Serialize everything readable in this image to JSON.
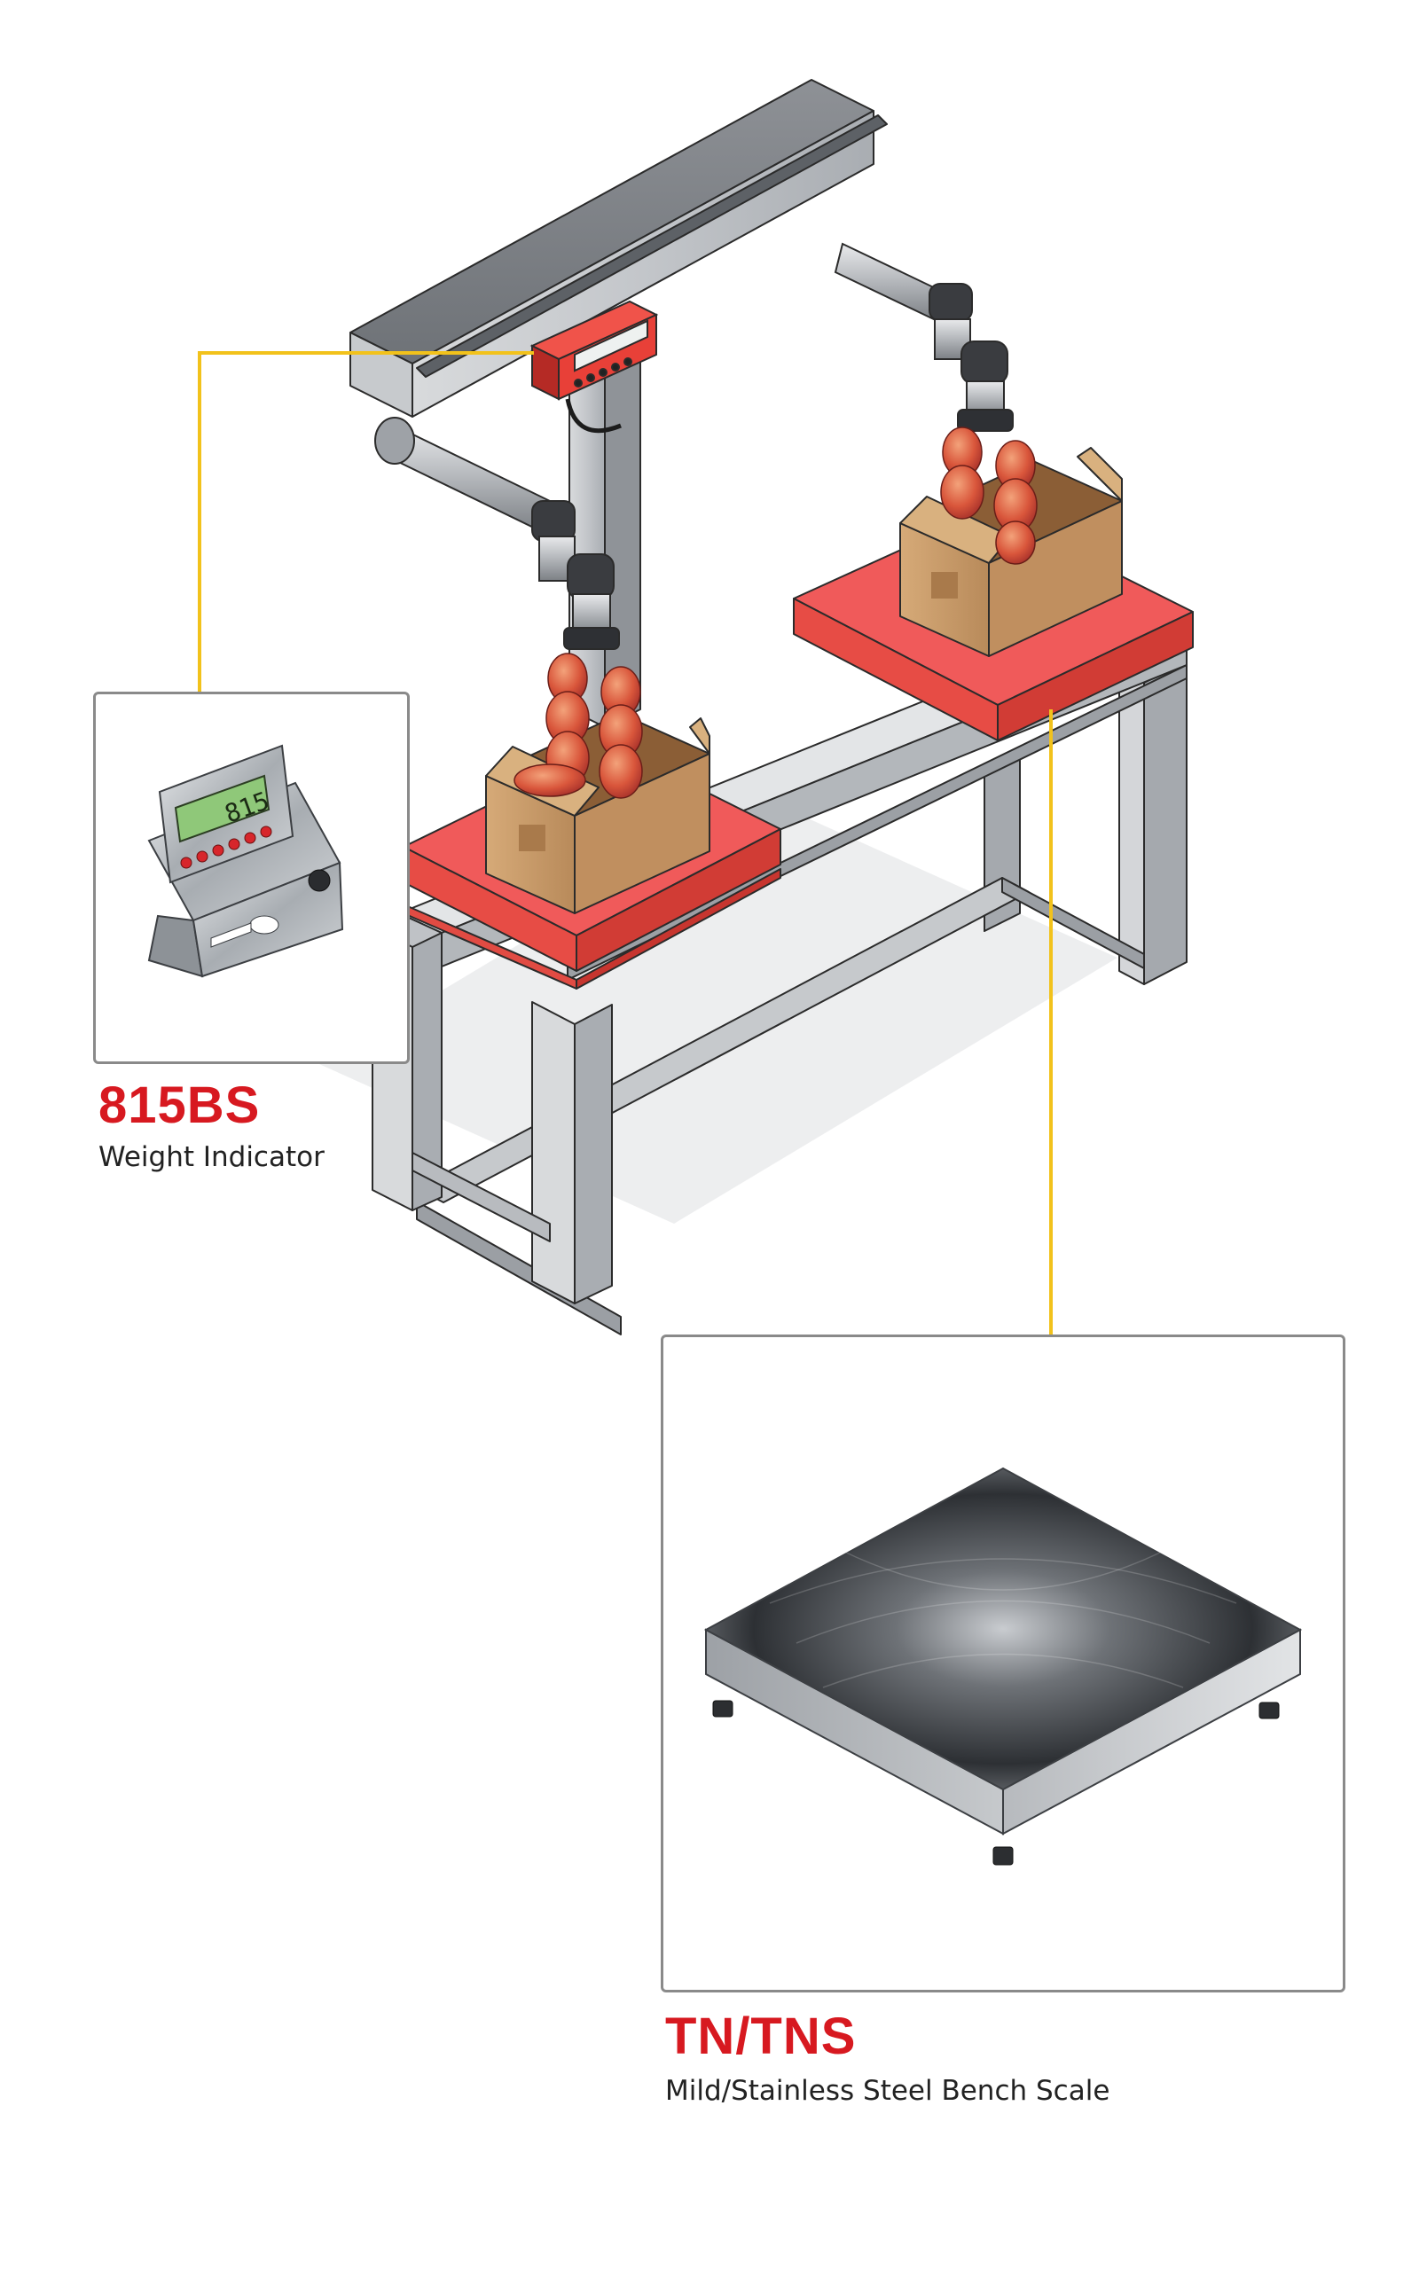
{
  "callouts": {
    "indicator": {
      "code": "815BS",
      "description": "Weight Indicator",
      "lcd_reading": "815"
    },
    "scale": {
      "code": "TN/TNS",
      "description": "Mild/Stainless Steel Bench Scale"
    }
  },
  "colors": {
    "brand_red": "#d71920",
    "platform_red": "#f05a5a",
    "leader_yellow": "#f2c21b",
    "steel": "#b9bcc0",
    "cardboard": "#c99b6a"
  }
}
